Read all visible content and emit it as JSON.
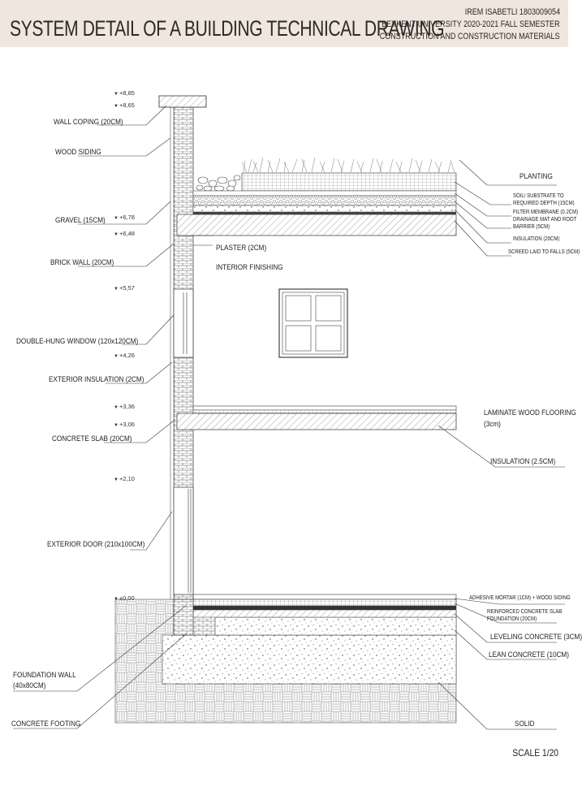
{
  "header": {
    "title": "SYSTEM DETAIL OF A BUILDING TECHNICAL DRAWING",
    "author": "IREM ISABETLI 1803009054",
    "university": "BEYKENT UNIVERSITY 2020-2021 FALL SEMESTER",
    "course": "CONSTRUCTION AND CONSTRUCTION MATERIALS"
  },
  "levels": {
    "l885": "+8,85",
    "l865": "+8,65",
    "l678": "+6,78",
    "l648": "+6,48",
    "l557": "+5,57",
    "l426": "+4,26",
    "l336": "+3,36",
    "l306": "+3,06",
    "l210": "+2,10",
    "l000": "±0,00"
  },
  "labels_left": {
    "wall_coping": "WALL COPING (20CM)",
    "wood_siding": "WOOD SIDING",
    "gravel": "GRAVEL (15CM)",
    "brick_wall": "BRICK WALL (20CM)",
    "window": "DOUBLE-HUNG WINDOW (120x120CM)",
    "ext_insulation": "EXTERIOR INSULATION (2CM)",
    "concrete_slab": "CONCRETE SLAB (20CM)",
    "ext_door": "EXTERIOR DOOR (210x100CM)",
    "foundation_wall_1": "FOUNDATION WALL",
    "foundation_wall_2": "(40x80CM)",
    "concrete_footing": "CONCRETE FOOTING"
  },
  "labels_mid": {
    "plaster": "PLASTER (2CM)",
    "interior_finishing": "INTERIOR FINISHING"
  },
  "labels_right": {
    "planting": "PLANTING",
    "soil_1": "SOIL/ SUBSTRATE TO",
    "soil_2": "REQUIRED DEPTH (15CM)",
    "filter": "FILTER MEMBRANE (0.2CM)",
    "drainage_1": "DRAINAGE MAT AND ROOT",
    "drainage_2": "BARRIER (5CM)",
    "insulation_roof": "INSULATION (20CM)",
    "screed": "SCREED LAID TO FALLS (5CM)",
    "laminate_1": "LAMINATE WOOD FLOORING",
    "laminate_2": "(3cm)",
    "insulation_floor": "INSULATION (2.5CM)",
    "adhesive": "ADHESIVE MORTAR (1CM) + WOOD SIDING",
    "rc_slab_1": "REINFORCED CONCRETE SLAB",
    "rc_slab_2": "FOUNDATION (20CM)",
    "leveling": "LEVELING CONCRETE (3CM)",
    "lean": "LEAN CONCRETE (10CM)",
    "solid": "SOLID"
  },
  "scale": "SCALE 1/20"
}
